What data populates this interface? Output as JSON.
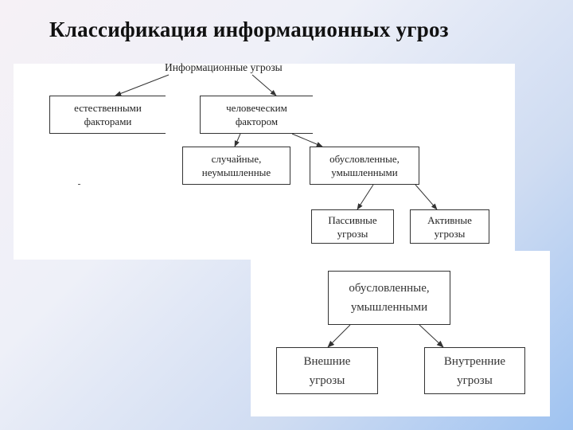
{
  "slide": {
    "title": "Классификация информационных угроз"
  },
  "top_diagram": {
    "root": "Информационные угрозы",
    "natural": "естественными\nфакторами",
    "human": "человеческим\nфактором",
    "accidental": "случайные,\nнеумышленные",
    "intentional": "обусловленные,\nумышленными",
    "passive": "Пассивные\nугрозы",
    "active": "Активные\nугрозы"
  },
  "bottom_diagram": {
    "root": "обусловленные,\nумышленными",
    "external": "Внешние\nугрозы",
    "internal": "Внутренние\nугрозы"
  },
  "colors": {
    "line": "#333333",
    "panel": "#ffffff",
    "title": "#111111"
  }
}
